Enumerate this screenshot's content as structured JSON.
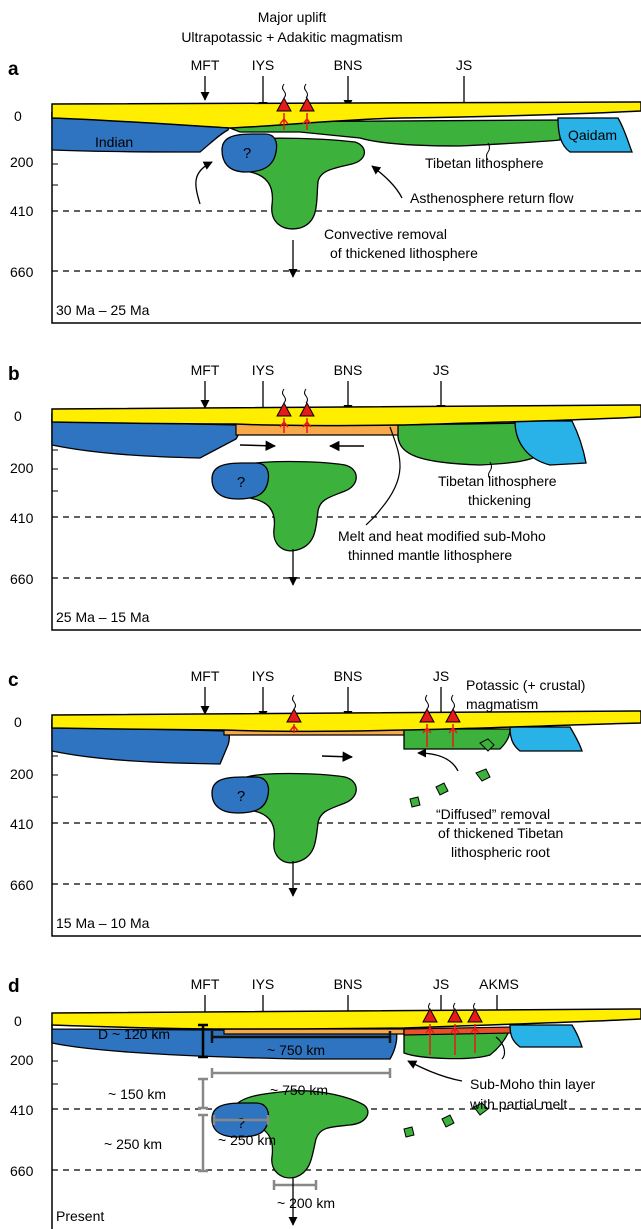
{
  "header": {
    "line1": "Major uplift",
    "line2": "Ultrapotassic + Adakitic magmatism"
  },
  "depth_ticks": [
    "0",
    "200",
    "410",
    "660"
  ],
  "colors": {
    "crust": "#ffee00",
    "indian_plate": "#2f74c0",
    "tibetan_lithosphere": "#3cb23c",
    "qaidam": "#29b2e8",
    "modified_layer": "#f7a94a",
    "partial_melt_layer": "#e8502a",
    "volcano": "#e8191b",
    "measure_bar": "#888888"
  },
  "panels": [
    {
      "letter": "a",
      "time": "30 Ma – 25 Ma",
      "markers": [
        "MFT",
        "IYS",
        "BNS",
        "JS"
      ],
      "labels": {
        "indian": "Indian",
        "qaidam": "Qaidam",
        "question": "?",
        "tibetan": "Tibetan lithosphere",
        "return_flow": "Asthenosphere return flow",
        "removal_1": "Convective removal",
        "removal_2": "of thickened lithosphere"
      }
    },
    {
      "letter": "b",
      "time": "25 Ma – 15 Ma",
      "markers": [
        "MFT",
        "IYS",
        "BNS",
        "JS"
      ],
      "labels": {
        "question": "?",
        "thickening_1": "Tibetan lithosphere",
        "thickening_2": "thickening",
        "melt_1": "Melt and heat modified sub-Moho",
        "melt_2": "thinned mantle lithosphere"
      }
    },
    {
      "letter": "c",
      "time": "15 Ma – 10 Ma",
      "markers": [
        "MFT",
        "IYS",
        "BNS",
        "JS"
      ],
      "labels": {
        "question": "?",
        "potassic_1": "Potassic (+ crustal)",
        "potassic_2": "magmatism",
        "diffused_1": "“Diffused” removal",
        "diffused_2": "of thickened Tibetan",
        "diffused_3": "lithospheric root"
      }
    },
    {
      "letter": "d",
      "time": "Present",
      "markers": [
        "MFT",
        "IYS",
        "BNS",
        "JS",
        "AKMS"
      ],
      "labels": {
        "question": "?",
        "d_thickness": "D ~ 120 km",
        "len_750_a": "~ 750 km",
        "len_750_b": "~ 750 km",
        "len_150": "~ 150 km",
        "len_250_v": "~ 250 km",
        "len_250_h": "~ 250 km",
        "len_200": "~ 200 km",
        "submoho_1": "Sub-Moho thin layer",
        "submoho_2": "with partial melt"
      }
    }
  ]
}
